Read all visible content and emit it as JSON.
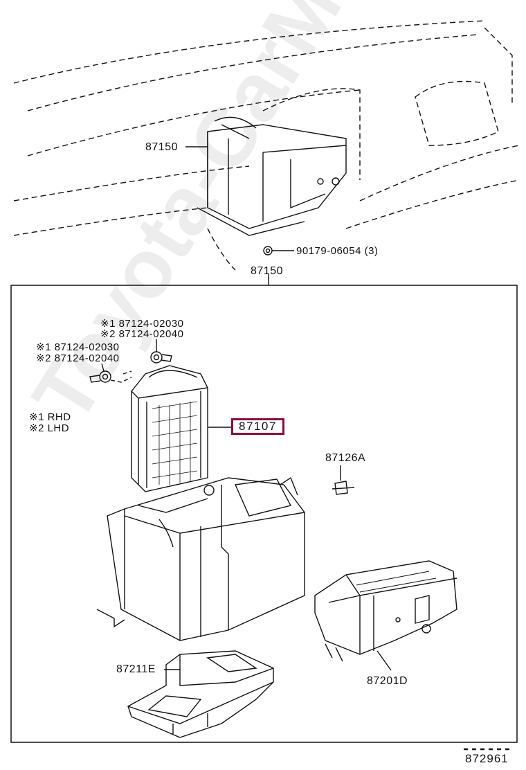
{
  "diagram": {
    "labels": {
      "assembly_top": "87150",
      "assembly_bottom": "87150",
      "bolt": "90179-06054 (3)",
      "valve_upper_1": "※1 87124-02030",
      "valve_upper_2": "※2 87124-02040",
      "valve_left_1": "※1  87124-02030",
      "valve_left_2": "※2  87124-02040",
      "note_1": "※1     RHD",
      "note_2": "※2     LHD",
      "heater_core": "87107",
      "clip": "87126A",
      "duct_lower": "87211E",
      "case": "87201D",
      "diagram_id": "872961"
    },
    "watermark": "Toyota-CarMine.ru",
    "highlight_color": "#8b0b3a"
  }
}
